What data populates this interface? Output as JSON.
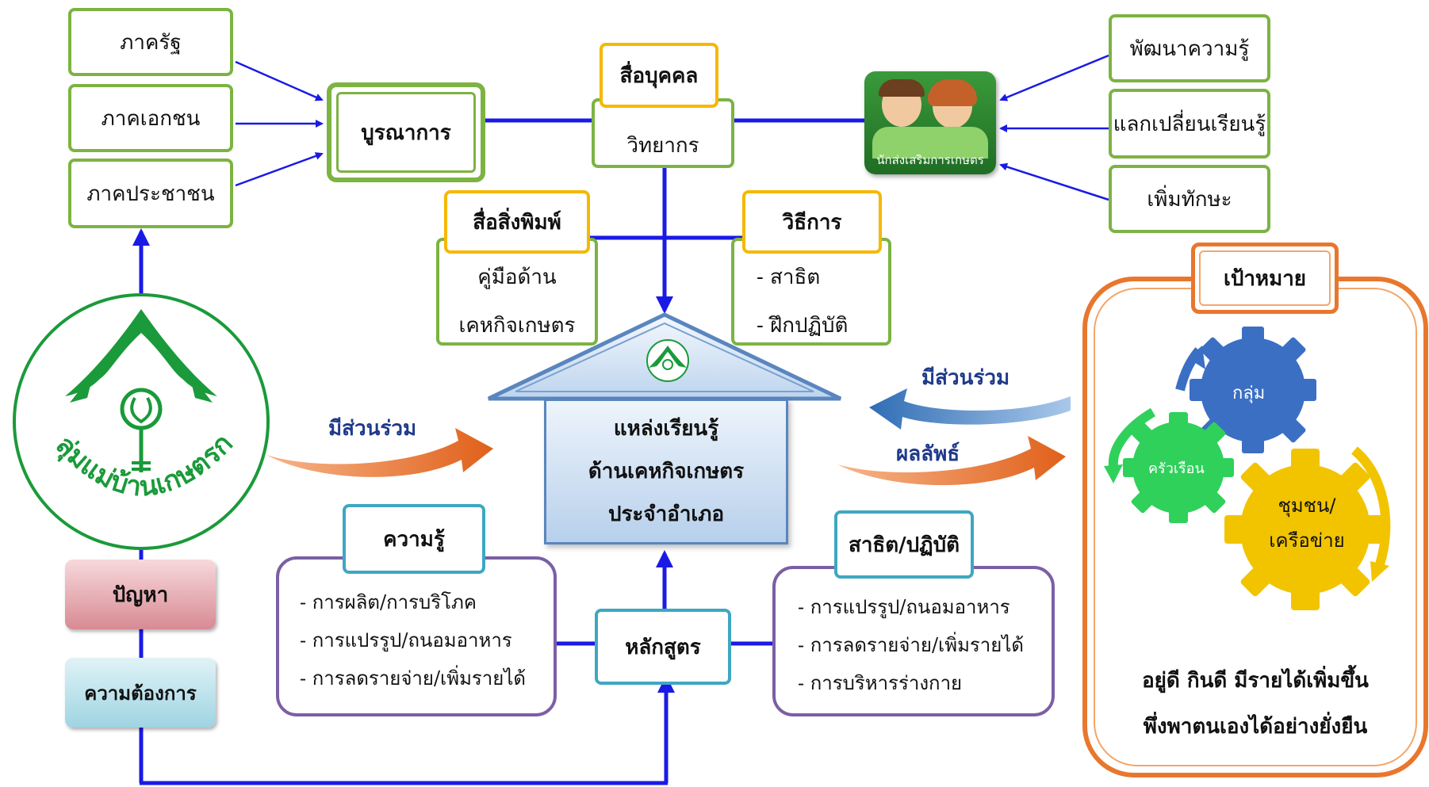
{
  "sectors": [
    "ภาครัฐ",
    "ภาคเอกชน",
    "ภาคประชาชน"
  ],
  "integration": "บูรณาการ",
  "media_person": {
    "title": "สื่อบุคคล",
    "content": "วิทยากร"
  },
  "media_print": {
    "title": "สื่อสิ่งพิมพ์",
    "content": [
      "คู่มือด้าน",
      "เคหกิจเกษตร"
    ]
  },
  "methods": {
    "title": "วิธีการ",
    "items": [
      "- สาธิต",
      "- ฝึกปฏิบัติ"
    ]
  },
  "officer_caption": "นักส่งเสริมการเกษตร",
  "development": [
    "พัฒนาความรู้",
    "แลกเปลี่ยนเรียนรู้",
    "เพิ่มทักษะ"
  ],
  "group_name": "กลุ่มแม่บ้านเกษตรกร",
  "problem": "ปัญหา",
  "need": "ความต้องการ",
  "participate_left": "มีส่วนร่วม",
  "participate_right": "มีส่วนร่วม",
  "outcome": "ผลลัพธ์",
  "center": [
    "แหล่งเรียนรู้",
    "ด้านเคหกิจเกษตร",
    "ประจำอำเภอ"
  ],
  "knowledge": {
    "title": "ความรู้",
    "items": [
      "- การผลิต/การบริโภค",
      "- การแปรรูป/ถนอมอาหาร",
      "- การลดรายจ่าย/เพิ่มรายได้"
    ]
  },
  "curriculum": "หลักสูตร",
  "practice": {
    "title": "สาธิต/ปฏิบัติ",
    "items": [
      "- การแปรรูป/ถนอมอาหาร",
      "- การลดรายจ่าย/เพิ่มรายได้",
      "- การบริหารร่างกาย"
    ]
  },
  "goal": {
    "title": "เป้าหมาย",
    "gear_group": "กลุ่ม",
    "gear_household": "ครัวเรือน",
    "gear_community": [
      "ชุมชน/",
      "เครือข่าย"
    ],
    "result": [
      "อยู่ดี กินดี มีรายได้เพิ่มขึ้น",
      "พึ่งพาตนเองได้อย่างยั่งยืน"
    ]
  },
  "colors": {
    "green_border": "#7cb342",
    "yellow_border": "#f5b800",
    "purple_border": "#7b5fa5",
    "teal_border": "#3fa7c2",
    "orange_border": "#e8772e",
    "blue_line": "#1a1ae6",
    "logo_green": "#1a9a3a"
  }
}
